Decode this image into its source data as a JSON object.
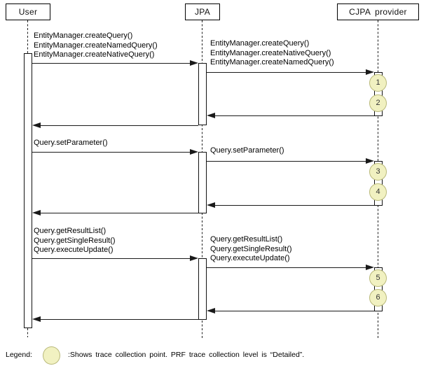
{
  "diagram": {
    "actors": [
      {
        "label": "User"
      },
      {
        "label": "JPA"
      },
      {
        "label": "CJPA provider"
      }
    ],
    "messages": {
      "user_jpa_1": [
        "EntityManager.createQuery()",
        "EntityManager.createNamedQuery()",
        "EntityManager.createNativeQuery()"
      ],
      "jpa_cjpa_1": [
        "EntityManager.createQuery()",
        "EntityManager.createNativeQuery()",
        "EntityManager.createNamedQuery()"
      ],
      "user_jpa_2": [
        "Query.setParameter()"
      ],
      "jpa_cjpa_2": [
        "Query.setParameter()"
      ],
      "user_jpa_3": [
        "Query.getResultList()",
        "Query.getSingleResult()",
        "Query.executeUpdate()"
      ],
      "jpa_cjpa_3": [
        "Query.getResultList()",
        "Query.getSingleResult()",
        "Query.executeUpdate()"
      ]
    },
    "trace_points": [
      "1",
      "2",
      "3",
      "4",
      "5",
      "6"
    ],
    "colors": {
      "trace_point_fill": "#f1f1c1",
      "trace_point_border": "#b9b97a",
      "line_color": "#1a1a1a"
    }
  },
  "legend": {
    "label": "Legend:",
    "text": ":Shows trace collection point. PRF trace collection level is “Detailed”."
  }
}
